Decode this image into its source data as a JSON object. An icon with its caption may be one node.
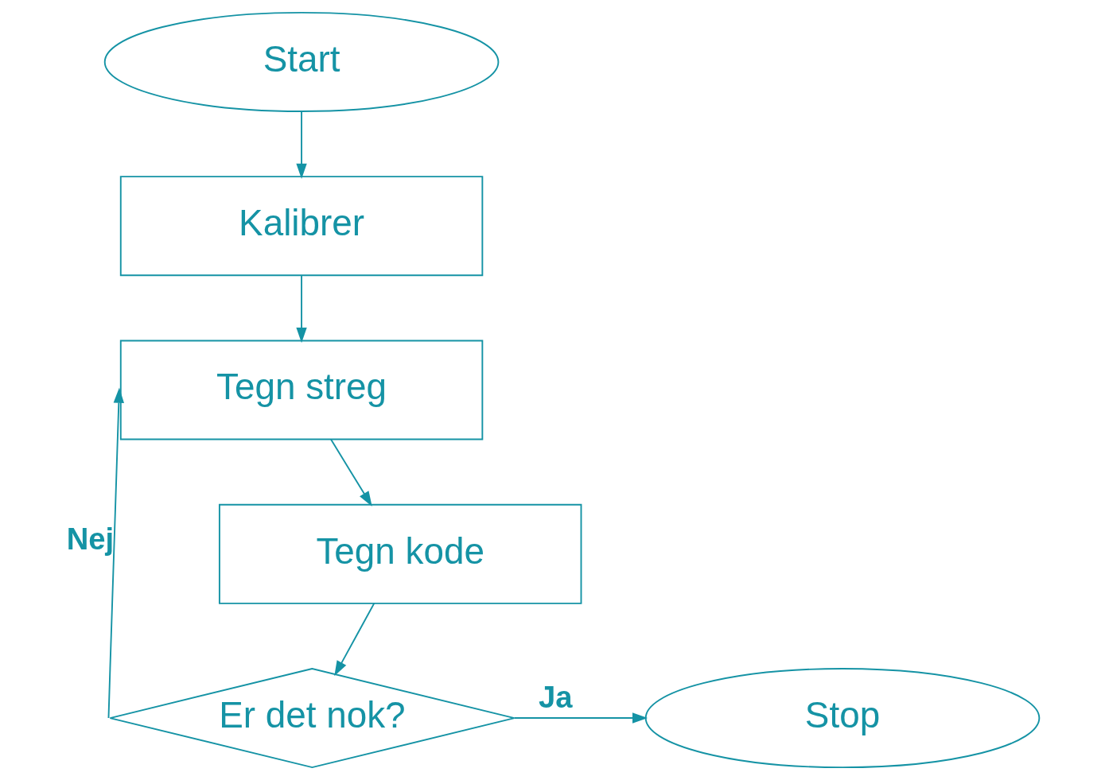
{
  "diagram": {
    "nodes": [
      {
        "text": [
          "Start"
        ]
      },
      {
        "text": [
          "Kalibrer"
        ]
      },
      {
        "text": [
          "Tegn streg"
        ]
      },
      {
        "text": [
          "Tegn kode"
        ]
      },
      {
        "text": [
          "Er det nok?"
        ]
      },
      {
        "text": [
          "Stop"
        ]
      }
    ],
    "edges": [
      {
        "from": 0,
        "to": 1,
        "arrow": "to"
      },
      {
        "from": 1,
        "to": 2,
        "arrow": "to"
      },
      {
        "from": 2,
        "to": 3,
        "arrow": "to"
      },
      {
        "from": 3,
        "to": 4,
        "arrow": "to"
      },
      {
        "from": 4,
        "to": 2,
        "arrow": "to",
        "label": "Nej"
      },
      {
        "from": 4,
        "to": 5,
        "arrow": "to",
        "label": "Ja"
      }
    ]
  }
}
